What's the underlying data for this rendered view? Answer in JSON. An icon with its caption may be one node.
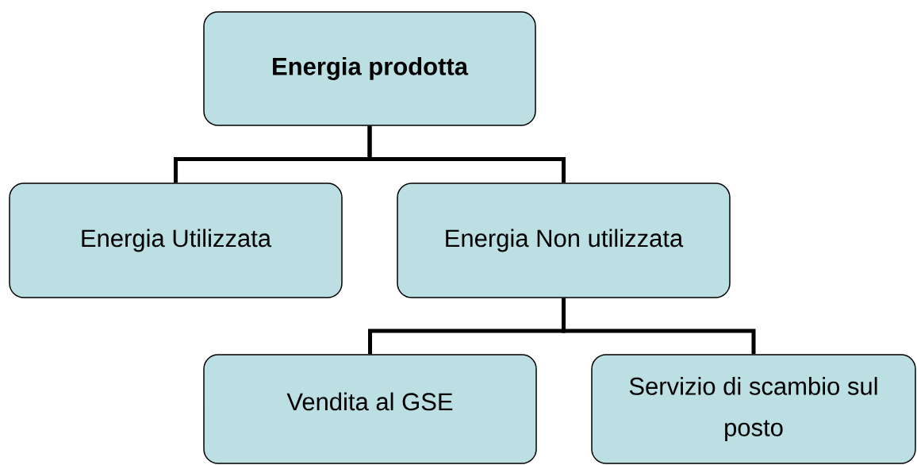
{
  "diagram": {
    "nodes": [
      {
        "text": [
          "Energia prodotta"
        ]
      },
      {
        "text": [
          "Energia Utilizzata"
        ]
      },
      {
        "text": [
          "Energia Non utilizzata"
        ]
      },
      {
        "text": [
          "Vendita al GSE"
        ]
      },
      {
        "text": [
          "Servizio di scambio sul posto"
        ]
      }
    ],
    "edges": [
      {
        "from": 0,
        "to": 1,
        "arrow": "none"
      },
      {
        "from": 0,
        "to": 2,
        "arrow": "none"
      },
      {
        "from": 2,
        "to": 3,
        "arrow": "none"
      },
      {
        "from": 2,
        "to": 4,
        "arrow": "none"
      }
    ]
  }
}
